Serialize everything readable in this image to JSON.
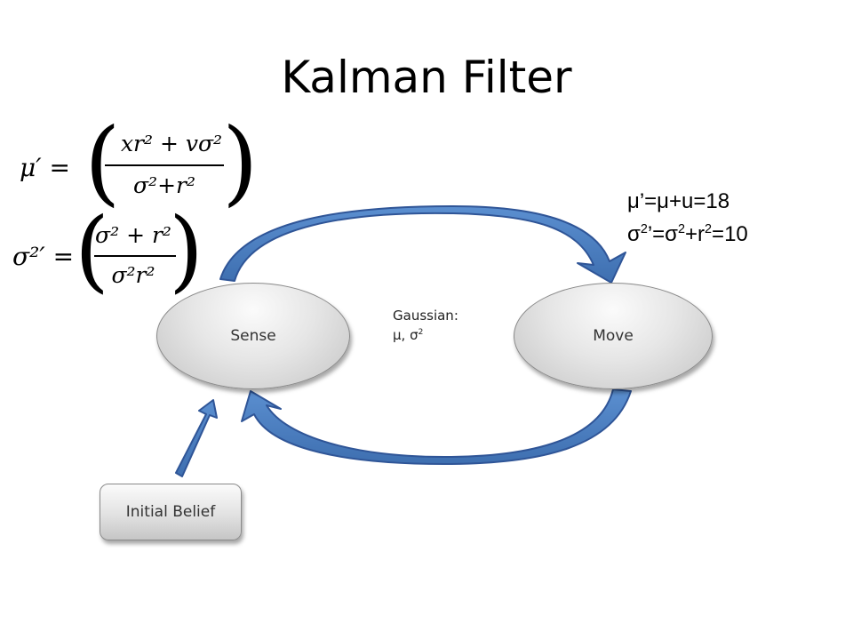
{
  "title": "Kalman Filter",
  "formula_mu": {
    "lhs": "μ′ =",
    "numerator": "xr² + vσ²",
    "denominator": "σ²+r²"
  },
  "formula_sigma": {
    "lhs": "σ²′ =",
    "numerator": "σ² + r²",
    "denominator": "σ²r²"
  },
  "update_equations": {
    "line1": "μ’=μ+u=18",
    "line2_prefix": "σ",
    "line2_sup1": "2",
    "line2_mid": "’=σ",
    "line2_sup2": "2",
    "line2_plus": "+r",
    "line2_sup3": "2",
    "line2_suffix": "=10"
  },
  "nodes": {
    "sense": "Sense",
    "move": "Move",
    "initial_belief": "Initial Belief"
  },
  "gaussian_label": {
    "line1": "Gaussian:",
    "line2_prefix": "μ, σ",
    "line2_sup": "2"
  },
  "colors": {
    "arrow_fill": "#4f81bd",
    "arrow_stroke": "#2f5597",
    "node_fill": "#e6e6e6"
  }
}
